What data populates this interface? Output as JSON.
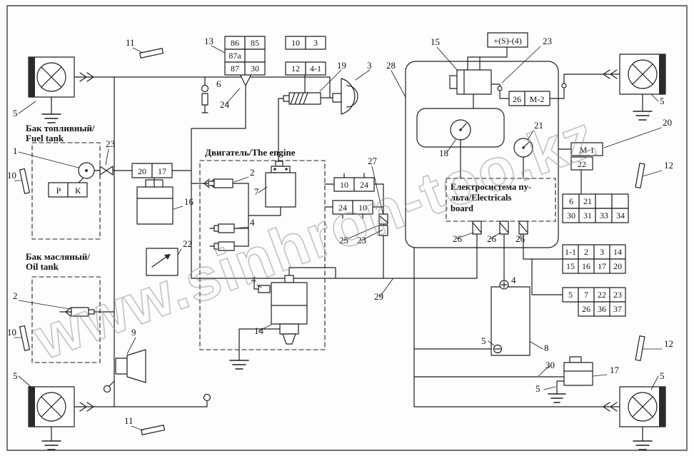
{
  "watermark": "www.sinhron-too.kz",
  "sections": {
    "fuel_tank_ru": "Бак топливный/",
    "fuel_tank_en": "Fuel tank",
    "oil_tank_ru": "Бак масляный/",
    "oil_tank_en": "Oil tank",
    "engine": "Двигатель/The engine",
    "board_l1": "Електросистема пу-",
    "board_l2": "льта/Electricals",
    "board_l3": "board"
  },
  "tables": {
    "relay_a": [
      [
        "86",
        "85"
      ],
      [
        "87a",
        ""
      ],
      [
        "87",
        "30"
      ]
    ],
    "relay_b": [
      [
        "10",
        "3"
      ],
      [
        "12",
        "4-1"
      ]
    ],
    "conn_10_24": [
      "10",
      "24"
    ],
    "conn_24_10": [
      "24",
      "10"
    ],
    "conn_20_17": [
      "20",
      "17"
    ],
    "pk": [
      "Р",
      "К"
    ],
    "plus_s": "+(S)-(4)",
    "m2": [
      "26",
      "М-2"
    ],
    "m1": "М-1",
    "m1_sub": "22",
    "t1": [
      [
        "6",
        "21",
        "",
        ""
      ],
      [
        "30",
        "31",
        "33",
        "34"
      ]
    ],
    "t2": [
      [
        "1-1",
        "2",
        "3",
        "14"
      ],
      [
        "15",
        "16",
        "17",
        "20"
      ]
    ],
    "t3r1": [
      "5",
      "7",
      "22",
      "23"
    ],
    "t3r2": [
      "26",
      "36",
      "37"
    ]
  },
  "callouts": {
    "c1": "1",
    "c2_engine": "2",
    "c2_oil": "2",
    "c3": "3",
    "c4_plugs": "4",
    "c4_starter": "4",
    "c4_batt": "4",
    "c5_tl": "5",
    "c5_tr": "5",
    "c5_bl": "5",
    "c5_br": "5",
    "c5_batt": "5",
    "c5_17": "5",
    "c6": "6",
    "c7": "7",
    "c8": "8",
    "c9": "9",
    "c10_a": "10",
    "c10_b": "10",
    "c11_a": "11",
    "c11_b": "11",
    "c12_a": "12",
    "c12_b": "12",
    "c13": "13",
    "c14": "14",
    "c15": "15",
    "c16": "16",
    "c17": "17",
    "c18": "18",
    "c19": "19",
    "c20": "20",
    "c21": "21",
    "c22": "22",
    "c23_tr": "23",
    "c23_ft": "23",
    "c23_c": "23",
    "c24": "24",
    "c25": "25",
    "c26_a": "26",
    "c26_b": "26",
    "c26_c": "26",
    "c27": "27",
    "c28": "28",
    "c29": "29",
    "c30": "30"
  }
}
